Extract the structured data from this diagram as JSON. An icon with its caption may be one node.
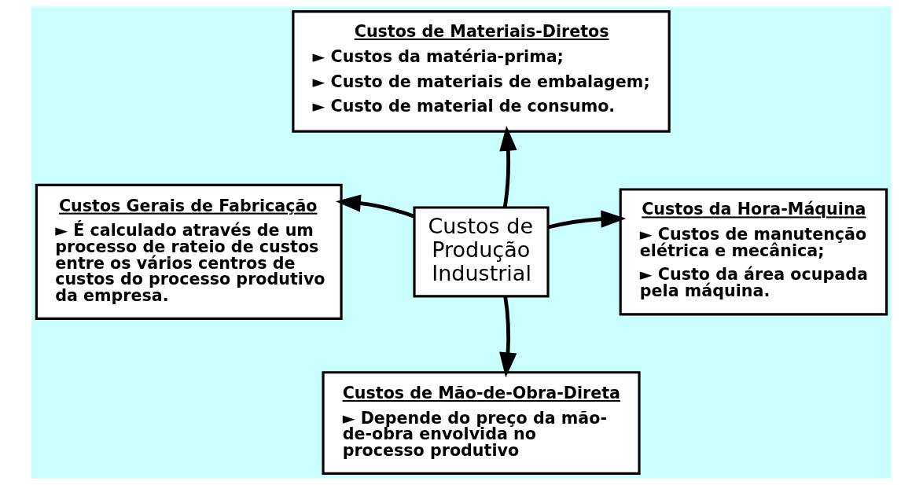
{
  "diagram": {
    "nodes": [
      {
        "text": [
          "Custos de Produção Industrial"
        ]
      },
      {
        "text": [
          "Custos de Materiais-Diretos",
          "► Custos da matéria-prima;",
          "► Custo de materiais de embalagem;",
          "► Custo de material de consumo."
        ]
      },
      {
        "text": [
          "Custos Gerais de Fabricação",
          "► É calculado através de um processo de rateio de custos entre os vários centros de custos do processo produtivo da empresa."
        ]
      },
      {
        "text": [
          "Custos da Hora-Máquina",
          "► Custos de manutenção elétrica e mecânica;",
          "► Custo da área ocupada pela máquina."
        ]
      },
      {
        "text": [
          "Custos de Mão-de-Obra-Direta",
          "► Depende do preço da mão-de-obra envolvida no processo produtivo"
        ]
      }
    ],
    "edges": [
      {
        "from": 0,
        "to": 1,
        "arrow": "to"
      },
      {
        "from": 0,
        "to": 2,
        "arrow": "to"
      },
      {
        "from": 0,
        "to": 3,
        "arrow": "to"
      },
      {
        "from": 0,
        "to": 4,
        "arrow": "to"
      }
    ]
  }
}
